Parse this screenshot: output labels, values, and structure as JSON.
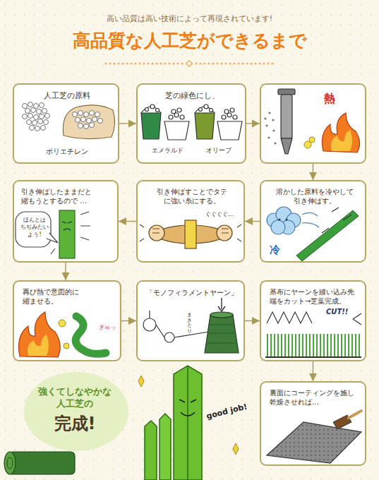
{
  "diagram": {
    "title": "高品質な人工芝ができるまで",
    "nodes": [
      {
        "text": [
          "人工芝の原料",
          "ポリエチレン"
        ]
      },
      {
        "text": [
          "芝の緑色にし、",
          "エメラルド",
          "オリーブ"
        ]
      },
      {
        "text": [
          "熱"
        ]
      },
      {
        "text": [
          "溶かした原料を冷やして引き伸ばす。",
          "冷"
        ]
      },
      {
        "text": [
          "引き伸ばすことでタテに強い糸にする。",
          "ぐぐぐぐ…"
        ]
      },
      {
        "text": [
          "引き伸ばしたままだと縮もうとするので …",
          "ほんとは ちぢみたい よう!"
        ]
      },
      {
        "text": [
          "再び熱で意図的に縮ませる。",
          "ぎゅっ"
        ]
      },
      {
        "text": [
          "「モノフィラメントヤーン」",
          "まきとり"
        ]
      },
      {
        "text": [
          "基布にヤーンを縫い込み先端をカット→芝葉完成。",
          "CUT!!"
        ]
      },
      {
        "text": [
          "裏面にコーティングを施し乾燥させれば…"
        ]
      },
      {
        "text": [
          "強くてしなやかな 人工芝の",
          "完成!"
        ]
      }
    ],
    "edges": [
      {
        "from": 0,
        "to": 1,
        "arrow": "to"
      },
      {
        "from": 1,
        "to": 2,
        "arrow": "to"
      },
      {
        "from": 2,
        "to": 3,
        "arrow": "to"
      },
      {
        "from": 3,
        "to": 4,
        "arrow": "to"
      },
      {
        "from": 4,
        "to": 5,
        "arrow": "to"
      },
      {
        "from": 5,
        "to": 6,
        "arrow": "to"
      },
      {
        "from": 6,
        "to": 7,
        "arrow": "to"
      },
      {
        "from": 7,
        "to": 8,
        "arrow": "to"
      },
      {
        "from": 8,
        "to": 9,
        "arrow": "to"
      }
    ],
    "labels": [
      "高い品質は高い技術によって再現されています!",
      "good job!"
    ]
  }
}
